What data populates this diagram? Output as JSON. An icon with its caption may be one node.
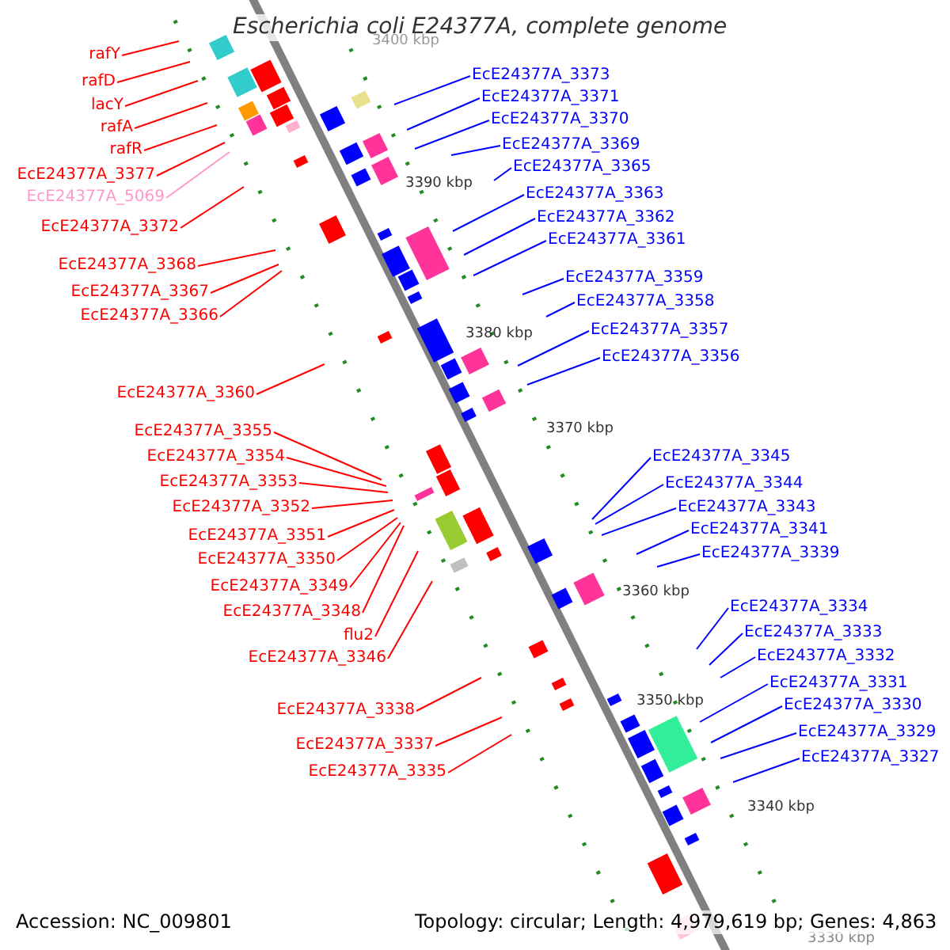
{
  "diagram": {
    "title": "Escherichia coli E24377A, complete genome",
    "nodes": [
      {
        "text": [
          "rafY"
        ]
      },
      {
        "text": [
          "rafD"
        ]
      },
      {
        "text": [
          "lacY"
        ]
      },
      {
        "text": [
          "rafA"
        ]
      },
      {
        "text": [
          "rafR"
        ]
      },
      {
        "text": [
          "EcE24377A_3377"
        ]
      },
      {
        "text": [
          "EcE24377A_5069"
        ]
      },
      {
        "text": [
          "EcE24377A_3372"
        ]
      },
      {
        "text": [
          "EcE24377A_3368"
        ]
      },
      {
        "text": [
          "EcE24377A_3367"
        ]
      },
      {
        "text": [
          "EcE24377A_3366"
        ]
      },
      {
        "text": [
          "EcE24377A_3360"
        ]
      },
      {
        "text": [
          "EcE24377A_3355"
        ]
      },
      {
        "text": [
          "EcE24377A_3354"
        ]
      },
      {
        "text": [
          "EcE24377A_3353"
        ]
      },
      {
        "text": [
          "EcE24377A_3352"
        ]
      },
      {
        "text": [
          "EcE24377A_3351"
        ]
      },
      {
        "text": [
          "EcE24377A_3350"
        ]
      },
      {
        "text": [
          "EcE24377A_3349"
        ]
      },
      {
        "text": [
          "EcE24377A_3348"
        ]
      },
      {
        "text": [
          "flu2"
        ]
      },
      {
        "text": [
          "EcE24377A_3346"
        ]
      },
      {
        "text": [
          "EcE24377A_3338"
        ]
      },
      {
        "text": [
          "EcE24377A_3337"
        ]
      },
      {
        "text": [
          "EcE24377A_3335"
        ]
      },
      {
        "text": [
          "EcE24377A_3373"
        ]
      },
      {
        "text": [
          "EcE24377A_3371"
        ]
      },
      {
        "text": [
          "EcE24377A_3370"
        ]
      },
      {
        "text": [
          "EcE24377A_3369"
        ]
      },
      {
        "text": [
          "EcE24377A_3365"
        ]
      },
      {
        "text": [
          "EcE24377A_3363"
        ]
      },
      {
        "text": [
          "EcE24377A_3362"
        ]
      },
      {
        "text": [
          "EcE24377A_3361"
        ]
      },
      {
        "text": [
          "EcE24377A_3359"
        ]
      },
      {
        "text": [
          "EcE24377A_3358"
        ]
      },
      {
        "text": [
          "EcE24377A_3357"
        ]
      },
      {
        "text": [
          "EcE24377A_3356"
        ]
      },
      {
        "text": [
          "EcE24377A_3345"
        ]
      },
      {
        "text": [
          "EcE24377A_3344"
        ]
      },
      {
        "text": [
          "EcE24377A_3343"
        ]
      },
      {
        "text": [
          "EcE24377A_3341"
        ]
      },
      {
        "text": [
          "EcE24377A_3339"
        ]
      },
      {
        "text": [
          "EcE24377A_3334"
        ]
      },
      {
        "text": [
          "EcE24377A_3333"
        ]
      },
      {
        "text": [
          "EcE24377A_3332"
        ]
      },
      {
        "text": [
          "EcE24377A_3331"
        ]
      },
      {
        "text": [
          "EcE24377A_3330"
        ]
      },
      {
        "text": [
          "EcE24377A_3329"
        ]
      },
      {
        "text": [
          "EcE24377A_3327"
        ]
      }
    ],
    "edges": [
      {
        "from": 0,
        "to": null,
        "arrow": "none"
      },
      {
        "from": 1,
        "to": null,
        "arrow": "none"
      },
      {
        "from": 2,
        "to": null,
        "arrow": "none"
      },
      {
        "from": 3,
        "to": null,
        "arrow": "none"
      },
      {
        "from": 4,
        "to": null,
        "arrow": "none"
      },
      {
        "from": 5,
        "to": null,
        "arrow": "none"
      },
      {
        "from": 6,
        "to": null,
        "arrow": "none",
        "color": "#ff99cc"
      },
      {
        "from": 7,
        "to": null,
        "arrow": "none"
      },
      {
        "from": 8,
        "to": null,
        "arrow": "none"
      },
      {
        "from": 9,
        "to": null,
        "arrow": "none"
      },
      {
        "from": 10,
        "to": null,
        "arrow": "none"
      },
      {
        "from": 11,
        "to": null,
        "arrow": "none"
      },
      {
        "from": 12,
        "to": null,
        "arrow": "none"
      },
      {
        "from": 13,
        "to": null,
        "arrow": "none"
      },
      {
        "from": 14,
        "to": null,
        "arrow": "none"
      },
      {
        "from": 15,
        "to": null,
        "arrow": "none"
      },
      {
        "from": 16,
        "to": null,
        "arrow": "none"
      },
      {
        "from": 17,
        "to": null,
        "arrow": "none"
      },
      {
        "from": 18,
        "to": null,
        "arrow": "none"
      },
      {
        "from": 19,
        "to": null,
        "arrow": "none"
      },
      {
        "from": 20,
        "to": null,
        "arrow": "none"
      },
      {
        "from": 21,
        "to": null,
        "arrow": "none"
      },
      {
        "from": 22,
        "to": null,
        "arrow": "none"
      },
      {
        "from": 23,
        "to": null,
        "arrow": "none"
      },
      {
        "from": 24,
        "to": null,
        "arrow": "none"
      },
      {
        "from": 25,
        "to": null,
        "arrow": "none",
        "color": "#0000ff"
      },
      {
        "from": 26,
        "to": null,
        "arrow": "none",
        "color": "#0000ff"
      },
      {
        "from": 27,
        "to": null,
        "arrow": "none",
        "color": "#0000ff"
      },
      {
        "from": 28,
        "to": null,
        "arrow": "none",
        "color": "#0000ff"
      },
      {
        "from": 29,
        "to": null,
        "arrow": "none",
        "color": "#0000ff"
      },
      {
        "from": 30,
        "to": null,
        "arrow": "none",
        "color": "#0000ff"
      },
      {
        "from": 31,
        "to": null,
        "arrow": "none",
        "color": "#0000ff"
      },
      {
        "from": 32,
        "to": null,
        "arrow": "none",
        "color": "#0000ff"
      },
      {
        "from": 33,
        "to": null,
        "arrow": "none",
        "color": "#0000ff"
      },
      {
        "from": 34,
        "to": null,
        "arrow": "none",
        "color": "#0000ff"
      },
      {
        "from": 35,
        "to": null,
        "arrow": "none",
        "color": "#0000ff"
      },
      {
        "from": 36,
        "to": null,
        "arrow": "none",
        "color": "#0000ff"
      },
      {
        "from": 37,
        "to": null,
        "arrow": "none",
        "color": "#0000ff"
      },
      {
        "from": 38,
        "to": null,
        "arrow": "none",
        "color": "#0000ff"
      },
      {
        "from": 39,
        "to": null,
        "arrow": "none",
        "color": "#0000ff"
      },
      {
        "from": 40,
        "to": null,
        "arrow": "none",
        "color": "#0000ff"
      },
      {
        "from": 41,
        "to": null,
        "arrow": "none",
        "color": "#0000ff"
      },
      {
        "from": 42,
        "to": null,
        "arrow": "none",
        "color": "#0000ff"
      },
      {
        "from": 43,
        "to": null,
        "arrow": "none",
        "color": "#0000ff"
      },
      {
        "from": 44,
        "to": null,
        "arrow": "none",
        "color": "#0000ff"
      },
      {
        "from": 45,
        "to": null,
        "arrow": "none",
        "color": "#0000ff"
      },
      {
        "from": 46,
        "to": null,
        "arrow": "none",
        "color": "#0000ff"
      },
      {
        "from": 47,
        "to": null,
        "arrow": "none",
        "color": "#0000ff"
      },
      {
        "from": 48,
        "to": null,
        "arrow": "none",
        "color": "#0000ff"
      }
    ],
    "labels": [
      "3400 kbp",
      "3390 kbp",
      "3380 kbp",
      "3370 kbp",
      "3360 kbp",
      "3350 kbp",
      "3340 kbp",
      "3330 kbp",
      "Accession: NC_009801",
      "Topology: circular; Length: 4,979,619 bp; Genes: 4,863"
    ]
  }
}
